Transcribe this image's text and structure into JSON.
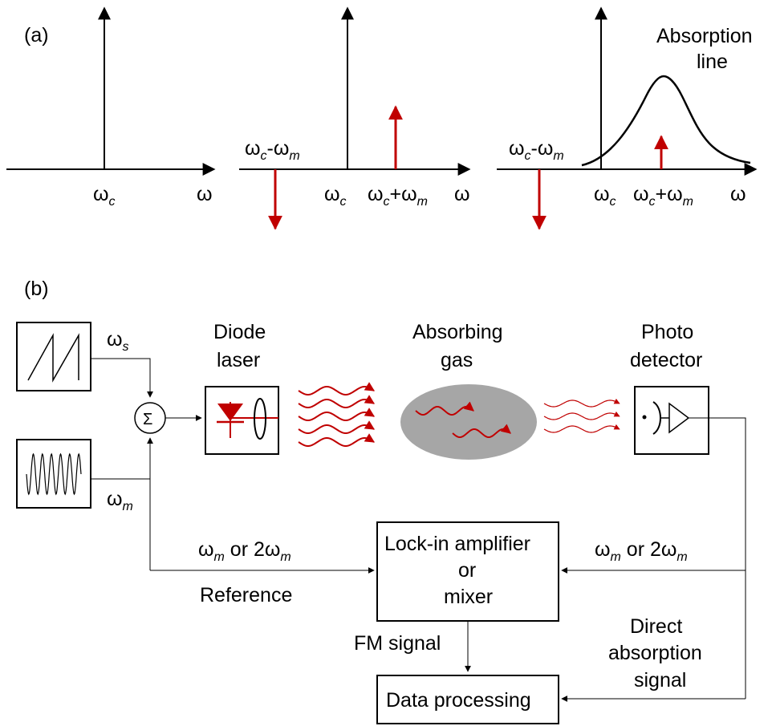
{
  "panel_a": {
    "label": "(a)",
    "plot1": {
      "carrier_label": "ω",
      "carrier_sub": "c",
      "axis_label": "ω"
    },
    "plot2": {
      "lower_sideband": {
        "main": "ω",
        "sub": "c",
        "op": "-ω",
        "sub2": "m"
      },
      "carrier_label": "ω",
      "carrier_sub": "c",
      "upper_sideband": {
        "main": "ω",
        "sub": "c",
        "op": "+ω",
        "sub2": "m"
      },
      "axis_label": "ω"
    },
    "plot3": {
      "lower_sideband": {
        "main": "ω",
        "sub": "c",
        "op": "-ω",
        "sub2": "m"
      },
      "carrier_label": "ω",
      "carrier_sub": "c",
      "upper_sideband": {
        "main": "ω",
        "sub": "c",
        "op": "+ω",
        "sub2": "m"
      },
      "axis_label": "ω",
      "absorption_label_line1": "Absorption",
      "absorption_label_line2": "line"
    }
  },
  "panel_b": {
    "label": "(b)",
    "ramp_freq": {
      "main": "ω",
      "sub": "s"
    },
    "mod_freq": {
      "main": "ω",
      "sub": "m"
    },
    "summer_symbol": "Σ",
    "diode_laser": {
      "line1": "Diode",
      "line2": "laser"
    },
    "absorbing_gas": {
      "line1": "Absorbing",
      "line2": "gas"
    },
    "photo_detector": {
      "line1": "Photo",
      "line2": "detector"
    },
    "reference_freq": {
      "main": "ω",
      "sub": "m",
      "mid": " or 2ω",
      "sub2": "m"
    },
    "reference_label": "Reference",
    "detector_freq": {
      "main": "ω",
      "sub": "m",
      "mid": " or 2ω",
      "sub2": "m"
    },
    "lockin": {
      "line1": "Lock-in amplifier",
      "line2": "or",
      "line3": "mixer"
    },
    "fm_signal": "FM signal",
    "direct_signal": {
      "line1": "Direct",
      "line2": "absorption",
      "line3": "signal"
    },
    "data_processing": "Data processing"
  },
  "colors": {
    "accent_red": "#c00000",
    "gas_fill": "#a6a6a6",
    "ink": "#000000"
  }
}
